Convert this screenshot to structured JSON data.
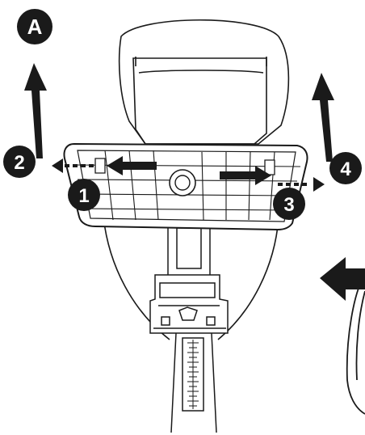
{
  "figure": {
    "panel_label": "A",
    "step_labels": [
      "1",
      "2",
      "3",
      "4"
    ],
    "colors": {
      "ink": "#1a1a1a",
      "paper": "#ffffff",
      "arrow_fill": "#1a1a1a",
      "badge_text": "#ffffff"
    }
  }
}
